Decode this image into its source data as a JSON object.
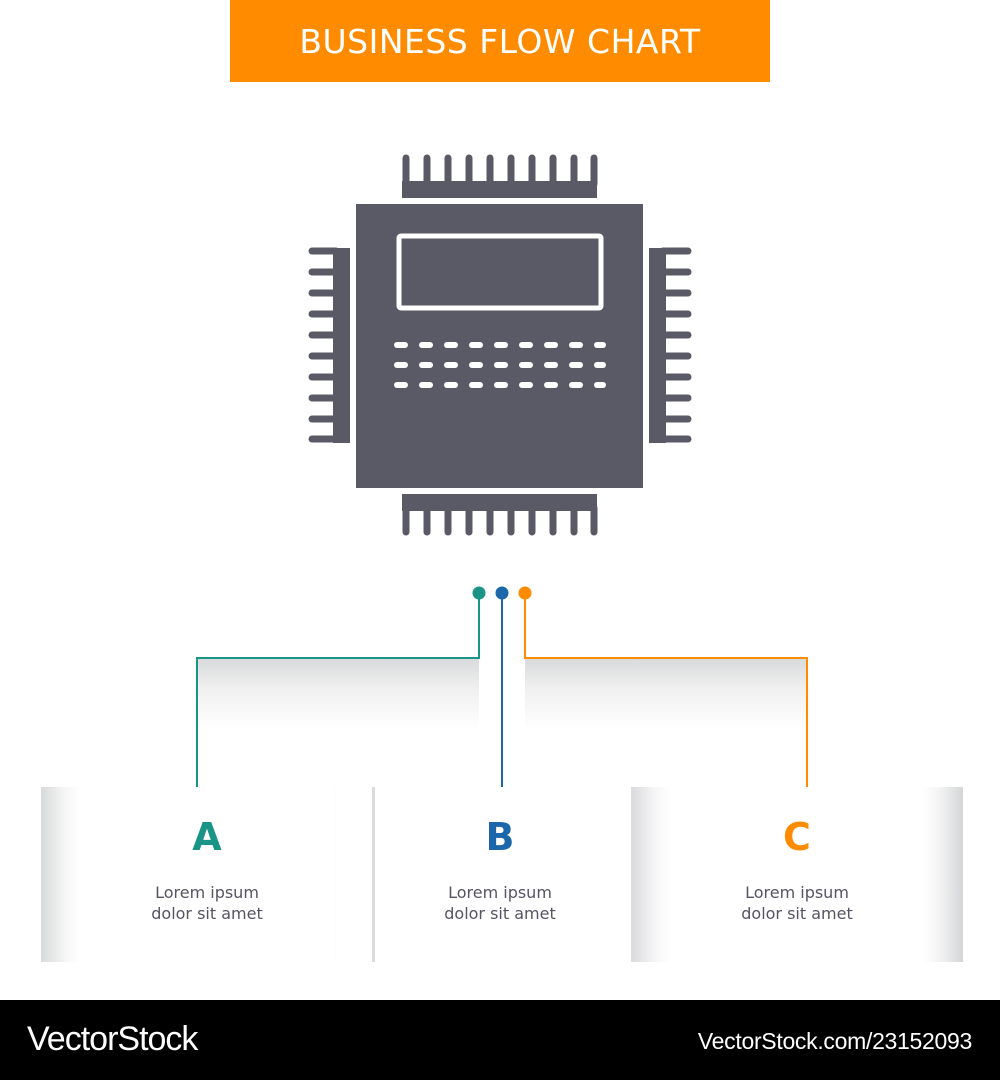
{
  "header": {
    "title": "BUSINESS FLOW CHART",
    "background_color": "#FF8C00"
  },
  "central_icon": {
    "name": "cpu-processor-chip-icon",
    "color": "#5A5966"
  },
  "colors": {
    "a": "#1A9486",
    "b": "#1C67AA",
    "c": "#FF8C00",
    "text": "#555461"
  },
  "steps": [
    {
      "letter": "A",
      "line1": "Lorem ipsum",
      "line2": "dolor sit amet",
      "color": "#1A9486"
    },
    {
      "letter": "B",
      "line1": "Lorem ipsum",
      "line2": "dolor sit amet",
      "color": "#1C67AA"
    },
    {
      "letter": "C",
      "line1": "Lorem ipsum",
      "line2": "dolor sit amet",
      "color": "#FF8C00"
    }
  ],
  "footer": {
    "logo": "VectorStock",
    "url": "VectorStock.com/23152093"
  }
}
